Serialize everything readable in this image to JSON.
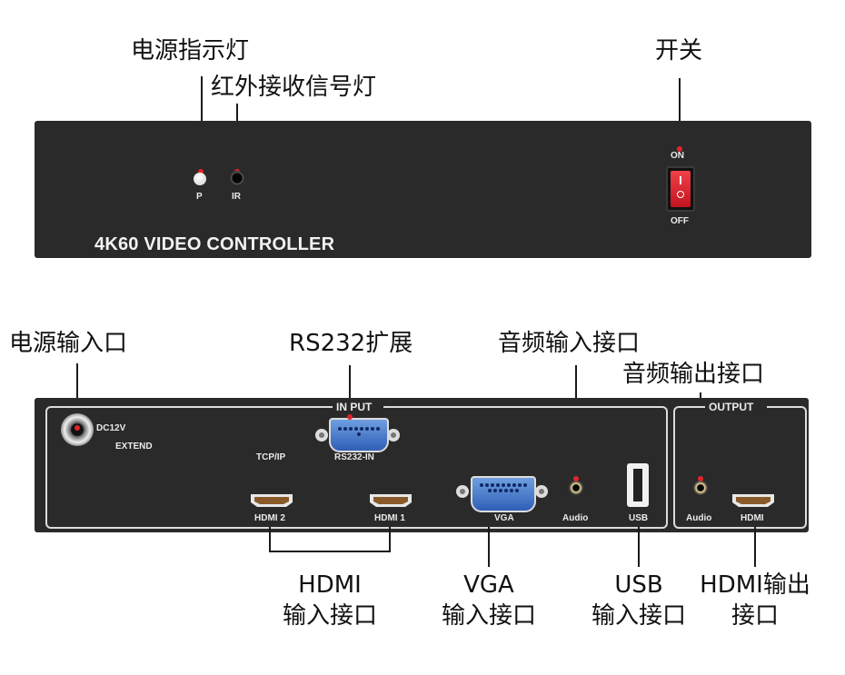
{
  "front_panel": {
    "callouts": {
      "power_led": "电源指示灯",
      "ir_led": "红外接收信号灯",
      "switch": "开关"
    },
    "labels": {
      "p": "P",
      "ir": "IR",
      "on": "ON",
      "off": "OFF"
    },
    "model": "4K60 VIDEO CONTROLLER"
  },
  "back_panel": {
    "callouts": {
      "power_input": "电源输入口",
      "rs232": "RS232扩展",
      "audio_in": "音频输入接口",
      "audio_out": "音频输出接口",
      "hdmi_in_1": "HDMI",
      "hdmi_in_2": "输入接口",
      "vga_in_1": "VGA",
      "vga_in_2": "输入接口",
      "usb_in_1": "USB",
      "usb_in_2": "输入接口",
      "hdmi_out_1": "HDMI输出",
      "hdmi_out_2": "接口"
    },
    "labels": {
      "dc": "DC12V",
      "extend": "EXTEND",
      "input": "IN PUT",
      "rs232_in": "RS232-IN",
      "tcpip": "TCP/IP",
      "hdmi2": "HDMI 2",
      "hdmi1": "HDMI 1",
      "vga": "VGA",
      "audio_in": "Audio",
      "usb": "USB",
      "output": "OUTPUT",
      "audio_out": "Audio",
      "hdmi_out": "HDMI"
    }
  },
  "colors": {
    "panel": "#2a2a2a",
    "accent_red": "#e2252b",
    "connector_blue": "#3a6fc6"
  }
}
